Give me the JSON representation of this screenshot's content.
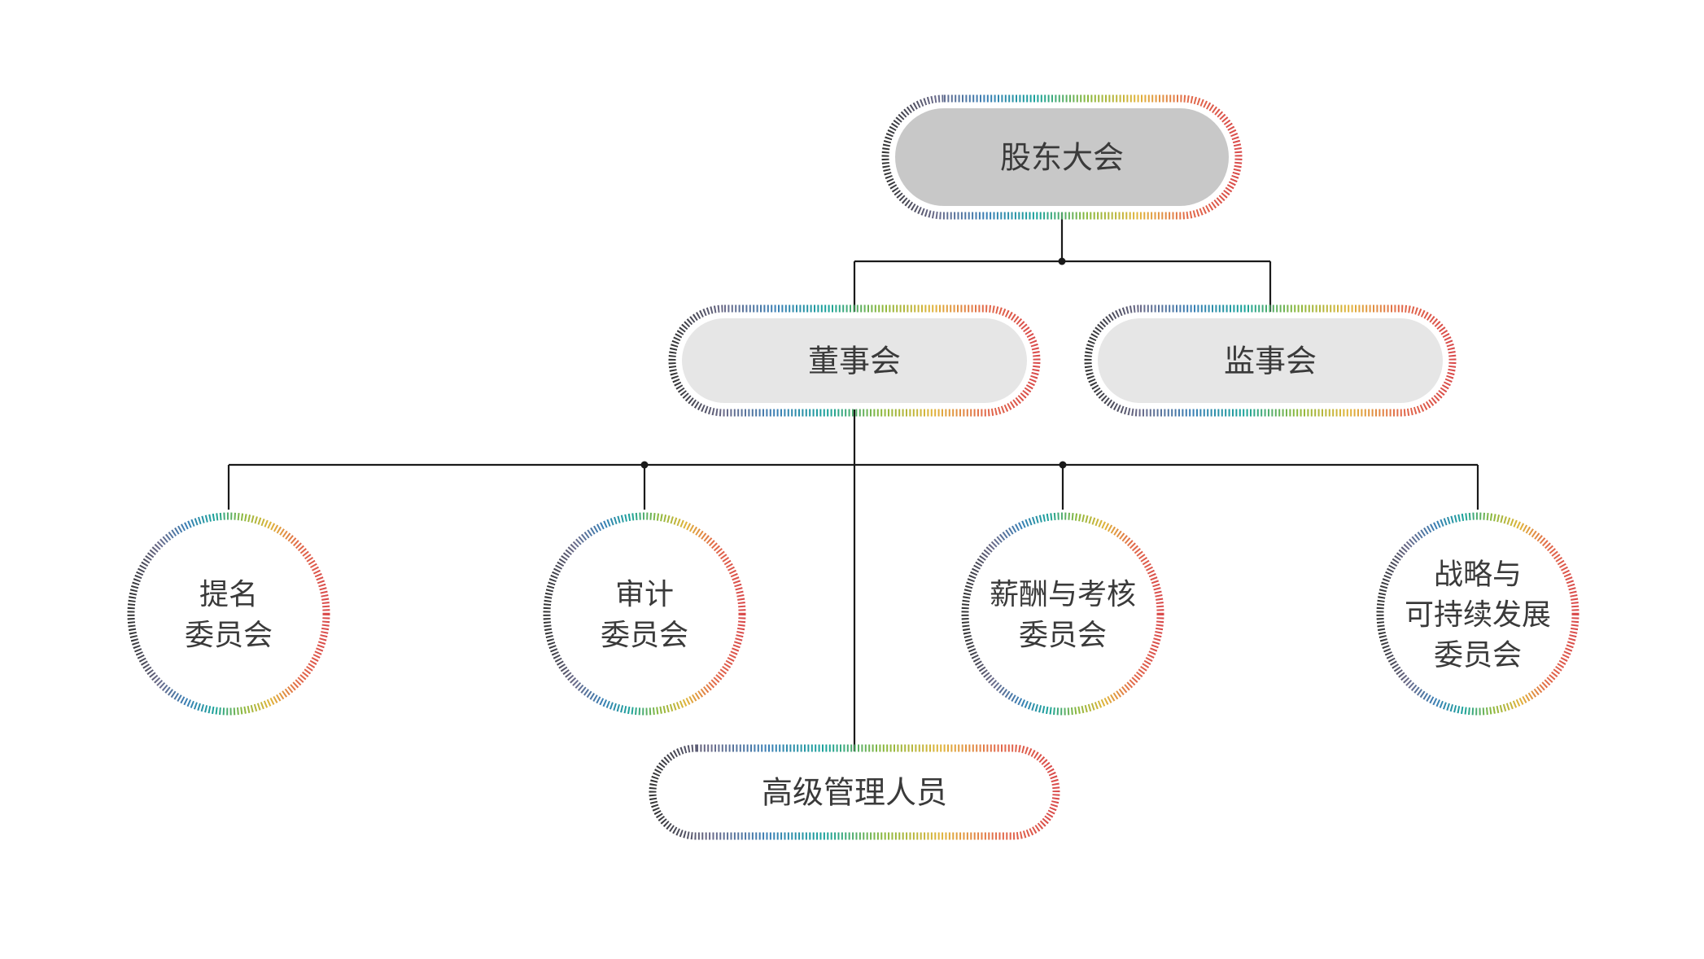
{
  "diagram": {
    "nodes": [
      {
        "id": "shareholders",
        "name": "node-shareholders-meeting",
        "lines": [
          "股东大会"
        ]
      },
      {
        "id": "board",
        "name": "node-board-of-directors",
        "lines": [
          "董事会"
        ]
      },
      {
        "id": "supervisors",
        "name": "node-board-of-supervisors",
        "lines": [
          "监事会"
        ]
      },
      {
        "id": "nomination",
        "name": "node-nomination-committee",
        "lines": [
          "提名",
          "委员会"
        ]
      },
      {
        "id": "audit",
        "name": "node-audit-committee",
        "lines": [
          "审计",
          "委员会"
        ]
      },
      {
        "id": "compensation",
        "name": "node-compensation-committee",
        "lines": [
          "薪酬与考核",
          "委员会"
        ]
      },
      {
        "id": "strategy",
        "name": "node-strategy-committee",
        "lines": [
          "战略与",
          "可持续发展",
          "委员会"
        ]
      },
      {
        "id": "management",
        "name": "node-senior-management",
        "lines": [
          "高级管理人员"
        ]
      }
    ],
    "edges": [
      {
        "from": "shareholders",
        "to": "board"
      },
      {
        "from": "shareholders",
        "to": "supervisors"
      },
      {
        "from": "board",
        "to": "nomination"
      },
      {
        "from": "board",
        "to": "audit"
      },
      {
        "from": "board",
        "to": "compensation"
      },
      {
        "from": "board",
        "to": "strategy"
      },
      {
        "from": "board",
        "to": "management"
      }
    ],
    "colors": {
      "ring": [
        "#333333",
        "#6b6b8a",
        "#3a7fb5",
        "#1aa39a",
        "#8ab83d",
        "#e0b43a",
        "#e26a4a",
        "#d94a4a"
      ],
      "connector": "#1a1a1a",
      "fill_dark": "#c8c8c8",
      "fill_light": "#e6e6e6",
      "text": "#3a3a3a"
    }
  }
}
